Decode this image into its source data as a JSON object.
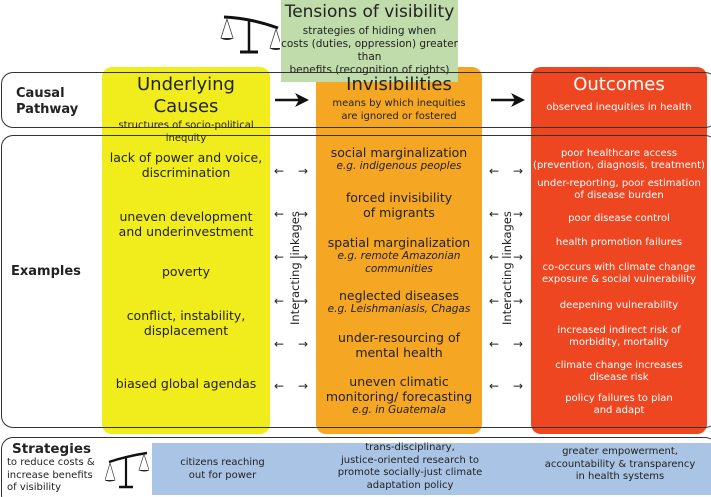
{
  "tensions": {
    "title": "Tensions of visibility",
    "subtitle_lines": [
      "strategies of hiding when",
      "costs (duties, oppression) greater than",
      "benefits (recognition of rights)"
    ],
    "icon": "balance-scale-icon"
  },
  "rows": {
    "causal": [
      "Causal",
      "Pathway"
    ],
    "examples": "Examples",
    "strategies": {
      "title": "Strategies",
      "subtitle_lines": [
        "to reduce costs &",
        "increase benefits",
        "of visibility"
      ],
      "icon": "balance-scale-icon"
    }
  },
  "columns": {
    "causes": {
      "title": "Underlying Causes",
      "subtitle_lines": [
        "structures of socio-political",
        "inequity"
      ],
      "color": "#f1ec1c",
      "examples": [
        {
          "lines": [
            "lack of power and voice,",
            "discrimination"
          ]
        },
        {
          "lines": [
            "uneven development",
            "and underinvestment"
          ]
        },
        {
          "lines": [
            "poverty"
          ]
        },
        {
          "lines": [
            "conflict, instability,",
            "displacement"
          ]
        },
        {
          "lines": [
            "biased global agendas"
          ]
        }
      ]
    },
    "invisibilities": {
      "title": "Invisibilities",
      "subtitle_lines": [
        "means by which inequities",
        "are ignored or fostered"
      ],
      "color": "#f5a623",
      "examples": [
        {
          "lines": [
            "social marginalization"
          ],
          "note": [
            "e.g. indigenous peoples"
          ]
        },
        {
          "lines": [
            "forced invisibility",
            "of migrants"
          ]
        },
        {
          "lines": [
            "spatial marginalization"
          ],
          "note": [
            "e.g. remote Amazonian",
            "communities"
          ]
        },
        {
          "lines": [
            "neglected diseases"
          ],
          "note": [
            "e.g. Leishmaniasis, Chagas"
          ]
        },
        {
          "lines": [
            "under-resourcing of",
            "mental health"
          ]
        },
        {
          "lines": [
            "uneven climatic",
            "monitoring/ forecasting"
          ],
          "note": [
            "e.g. in Guatemala"
          ]
        }
      ]
    },
    "outcomes": {
      "title": "Outcomes",
      "subtitle_lines": [
        "observed inequities in health"
      ],
      "color": "#ef4622",
      "examples": [
        {
          "lines": [
            "poor healthcare access",
            "(prevention, diagnosis, treatment)"
          ]
        },
        {
          "lines": [
            "under-reporting, poor estimation",
            "of disease burden"
          ]
        },
        {
          "lines": [
            "poor disease control"
          ]
        },
        {
          "lines": [
            "health promotion failures"
          ]
        },
        {
          "lines": [
            "co-occurs with climate change",
            "exposure & social vulnerability"
          ]
        },
        {
          "lines": [
            "deepening vulnerability"
          ]
        },
        {
          "lines": [
            "increased indirect risk of",
            "morbidity, mortality"
          ]
        },
        {
          "lines": [
            "climate change increases",
            "disease risk"
          ]
        },
        {
          "lines": [
            "policy failures to plan",
            "and adapt"
          ]
        }
      ]
    }
  },
  "linkages": {
    "label": "Interacting linkages",
    "arrow_glyph": "← →"
  },
  "strategies_bar": {
    "color": "#aac4e6",
    "items": [
      {
        "lines": [
          "citizens reaching",
          "out for power"
        ]
      },
      {
        "lines": [
          "trans-disciplinary,",
          "justice-oriented research to",
          "promote socially-just climate",
          "adaptation policy"
        ]
      },
      {
        "lines": [
          "greater empowerment,",
          "accountability & transparency",
          "in health systems"
        ]
      }
    ]
  },
  "colors": {
    "tensions_bg": "#bfdcaa",
    "frame": "#333333",
    "outcome_text": "#ffffff"
  }
}
